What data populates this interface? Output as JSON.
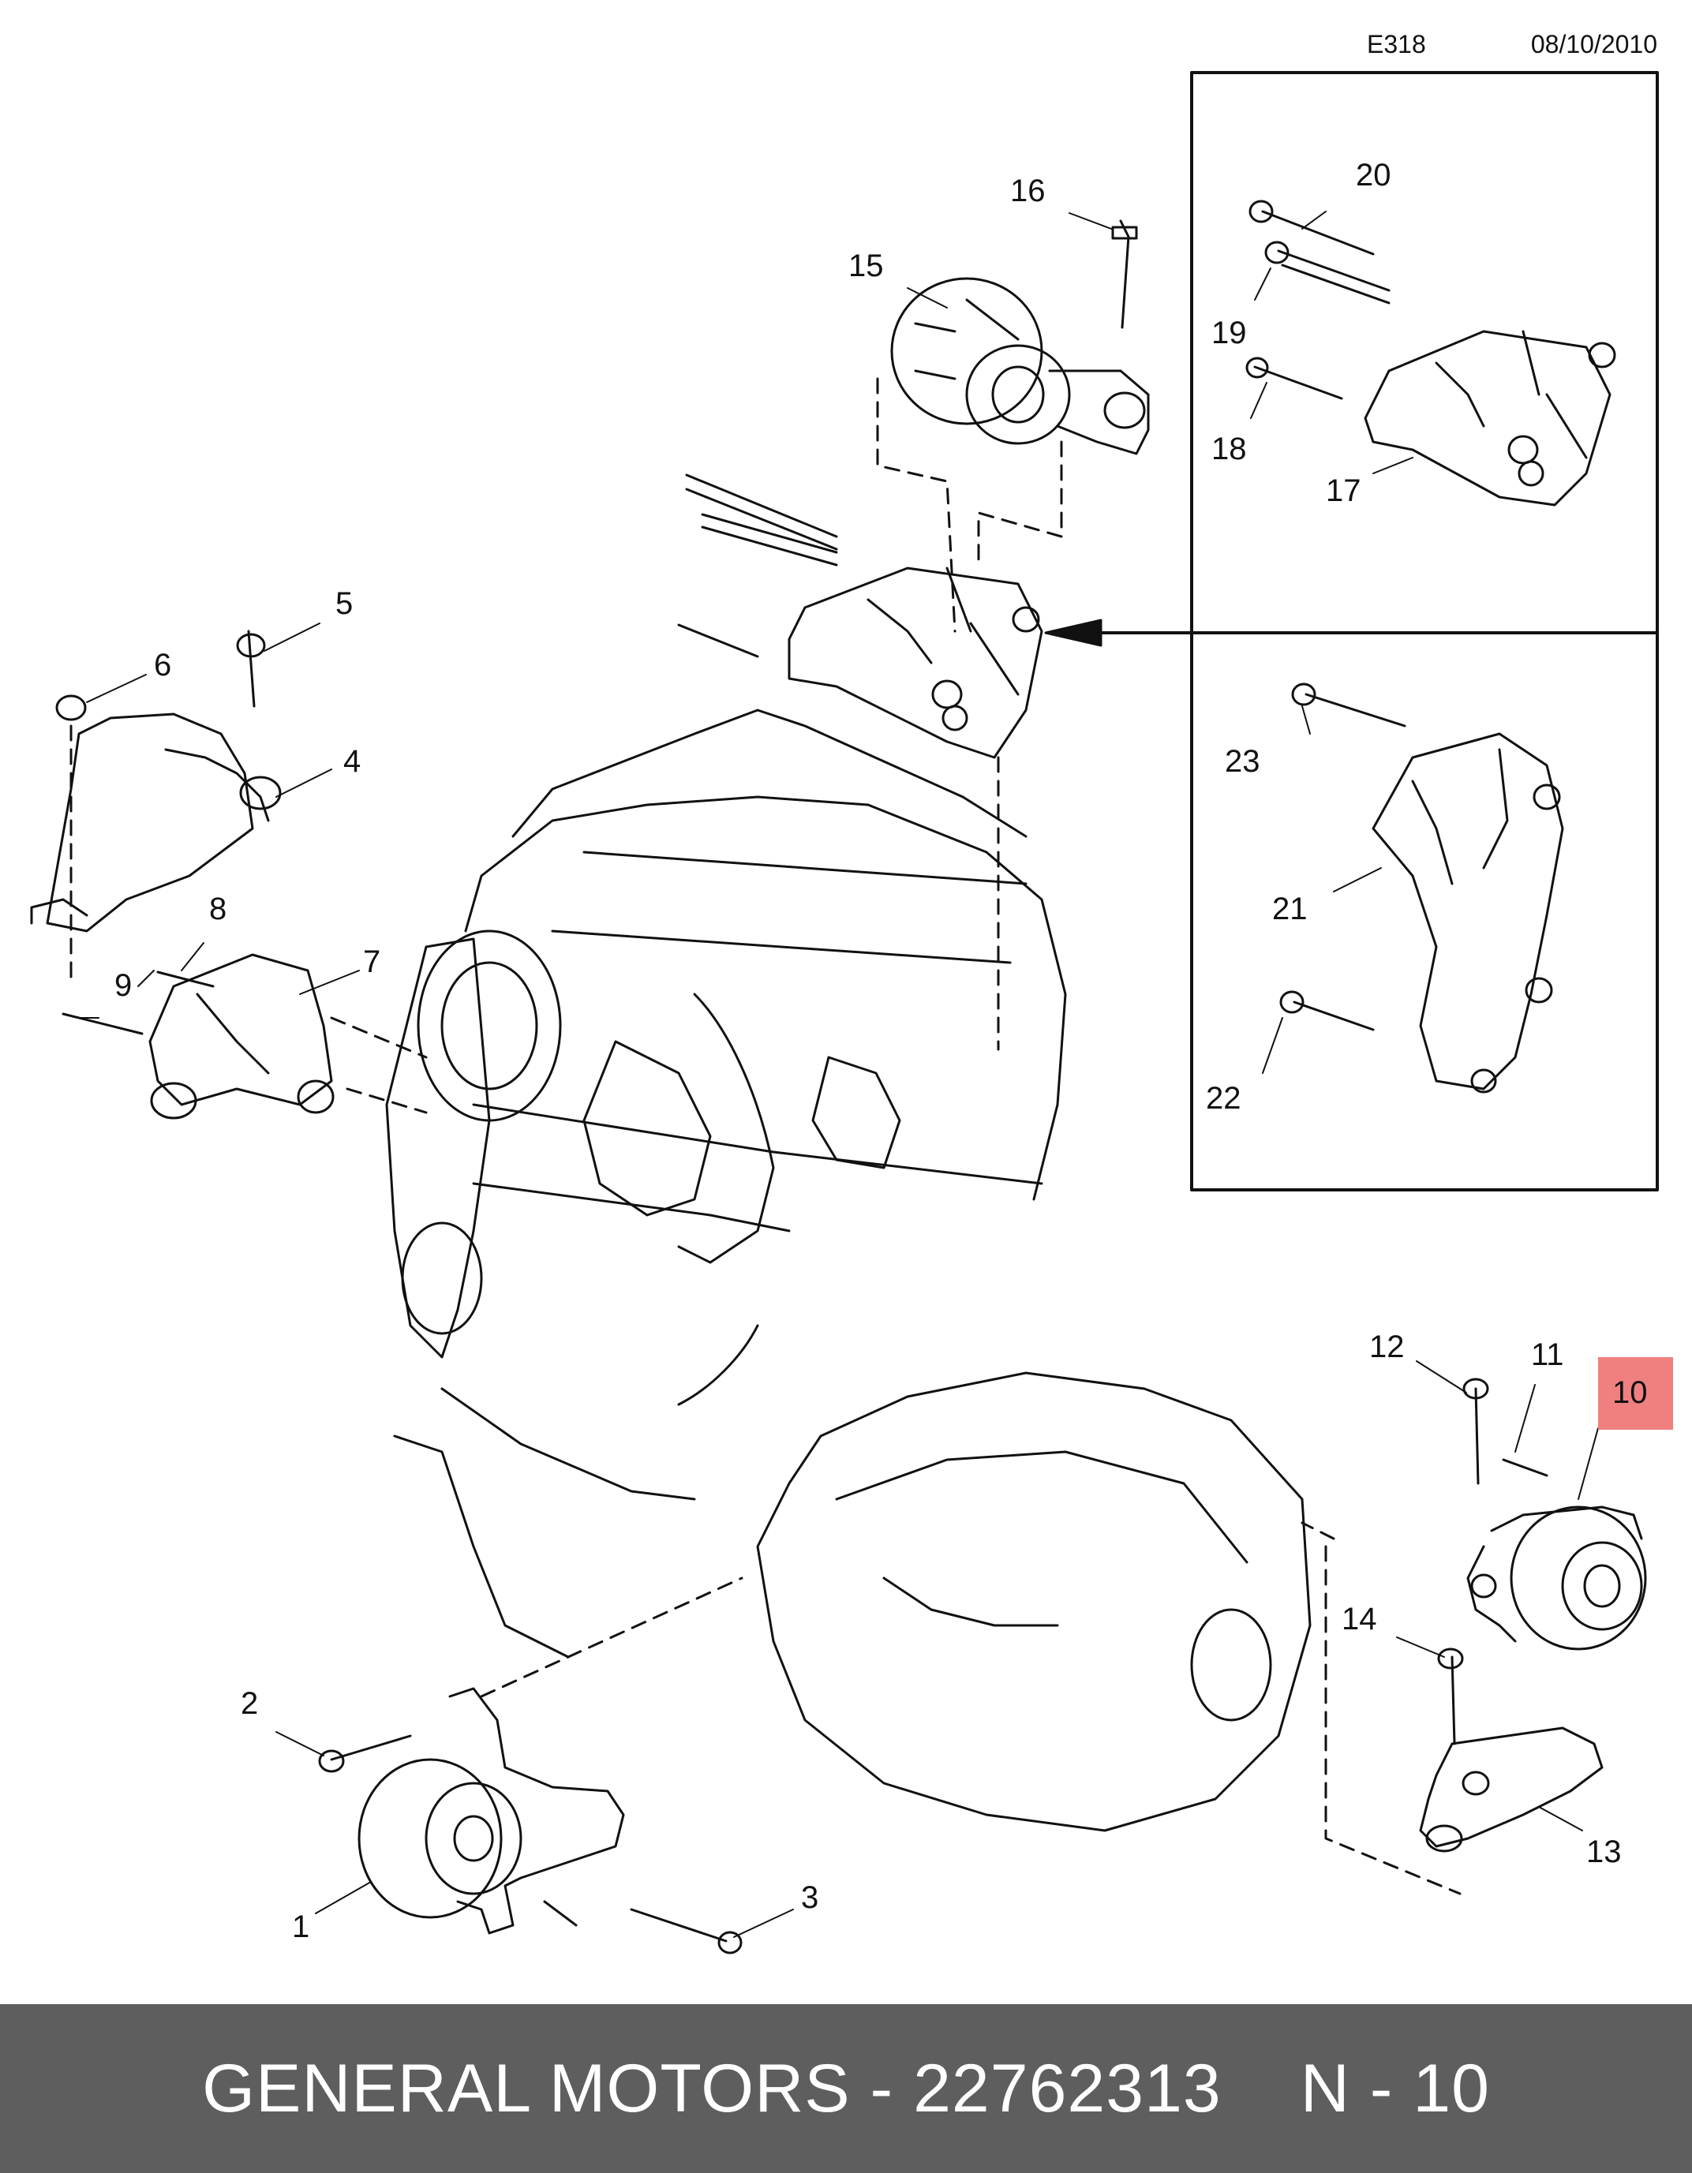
{
  "header": {
    "code": "E318",
    "date": "08/10/2010"
  },
  "callouts": {
    "c1": "1",
    "c2": "2",
    "c3": "3",
    "c4": "4",
    "c5": "5",
    "c6": "6",
    "c7": "7",
    "c8": "8",
    "c9": "9",
    "c10": "10",
    "c11": "11",
    "c12": "12",
    "c13": "13",
    "c14": "14",
    "c15": "15",
    "c16": "16",
    "c17": "17",
    "c18": "18",
    "c19": "19",
    "c20": "20",
    "c21": "21",
    "c22": "22",
    "c23": "23"
  },
  "highlight_color": "#f08080",
  "footer": {
    "brand_part": "GENERAL MOTORS - 22762313",
    "ref": "N - 10"
  }
}
